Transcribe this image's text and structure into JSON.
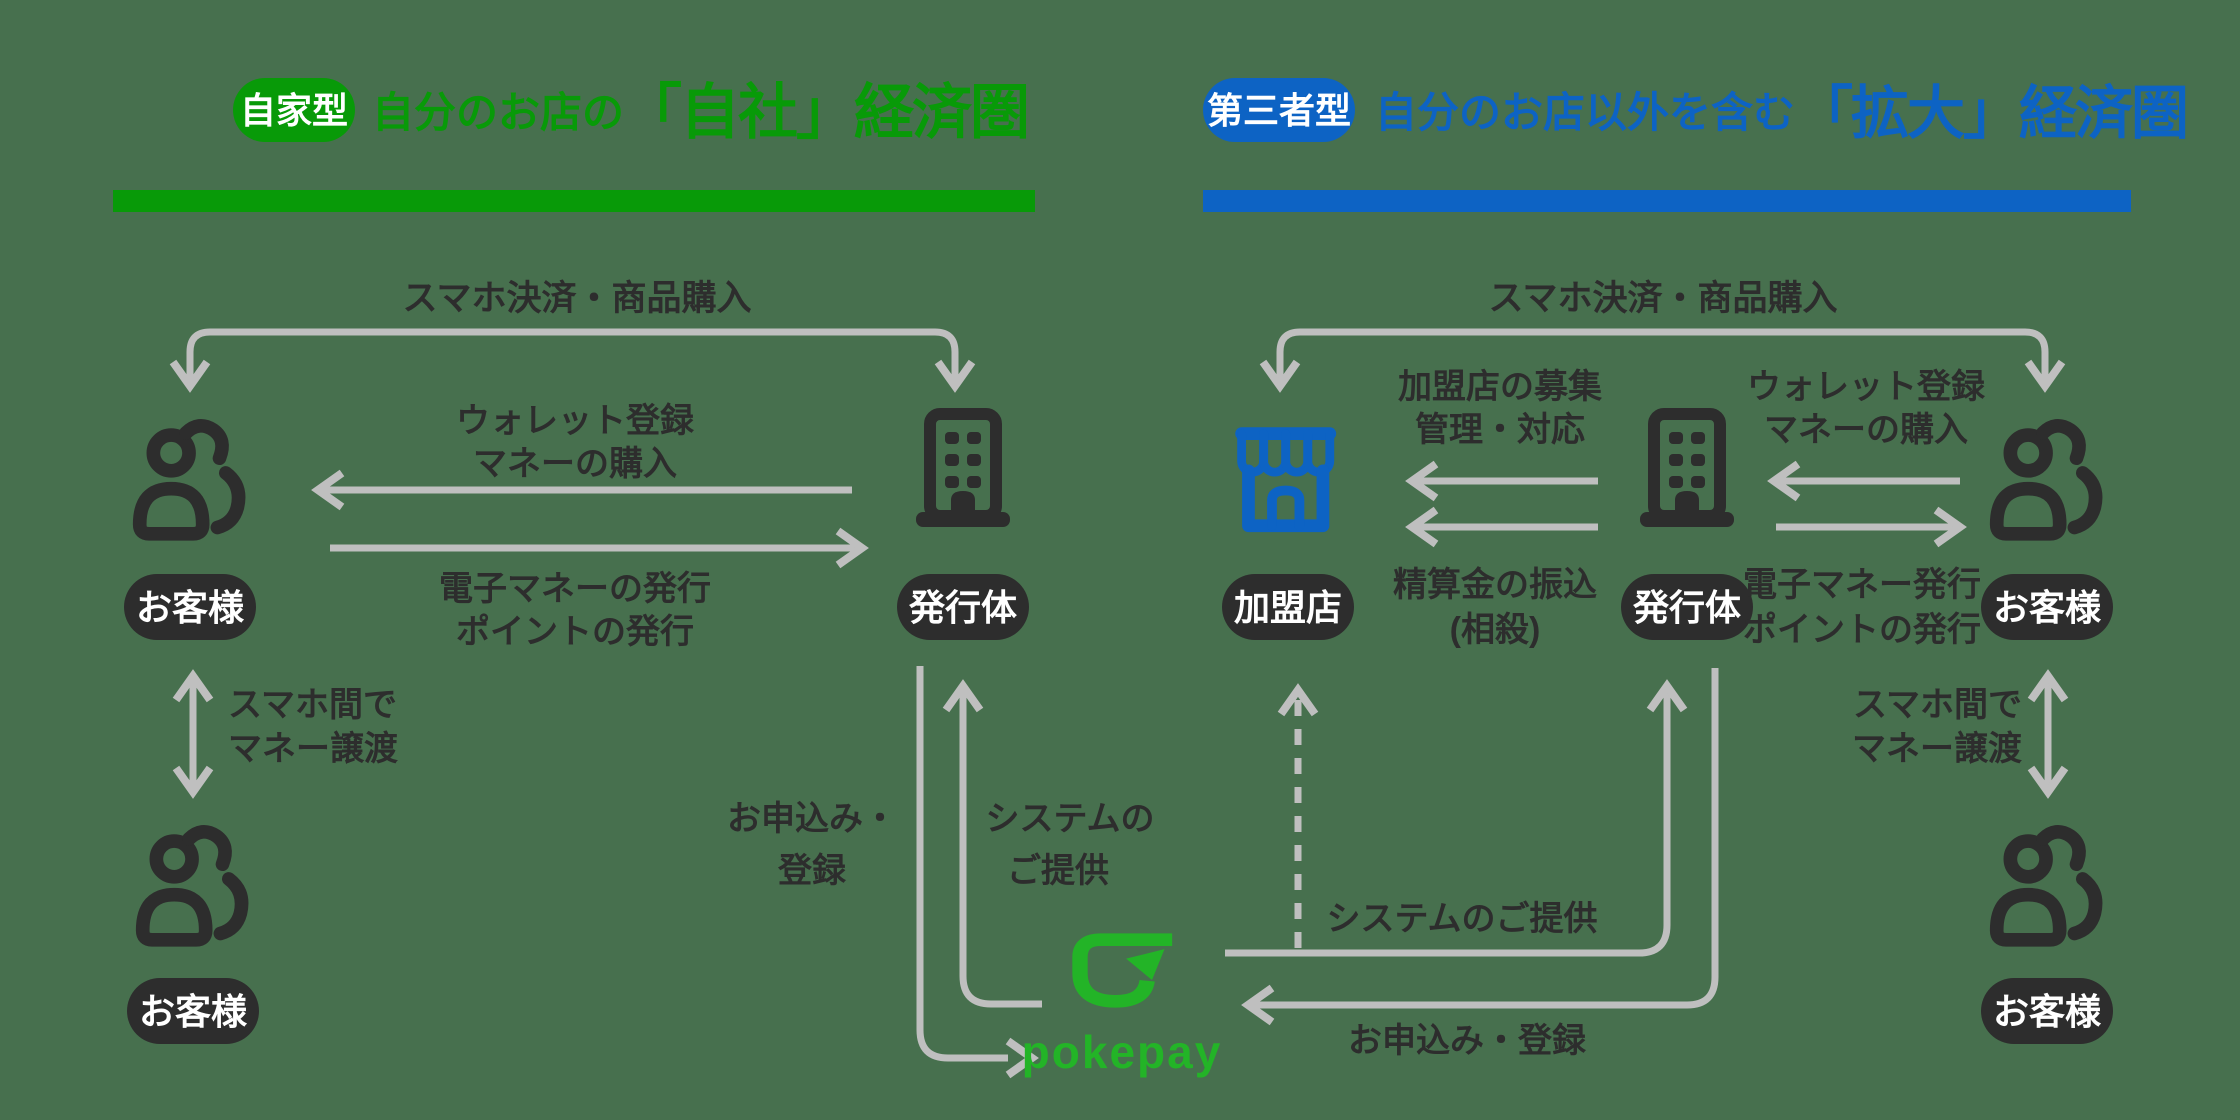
{
  "colors": {
    "background": "#47704e",
    "green": "#089a08",
    "blue": "#0d63c4",
    "dark": "#2d2d2d",
    "gray": "#bfbfbf",
    "pokepay_green": "#23b427",
    "white": "#ffffff"
  },
  "left": {
    "badge": "自家型",
    "title_small": "自分のお店の",
    "title_large": "「自社」経済圏",
    "top_flow": "スマホ決済・商品購入",
    "wallet_line1": "ウォレット登録",
    "wallet_line2": "マネーの購入",
    "issue_line1": "電子マネーの発行",
    "issue_line2": "ポイントの発行",
    "transfer_line1": "スマホ間で",
    "transfer_line2": "マネー譲渡",
    "apply_line1": "お申込み・",
    "apply_line2": "登録",
    "system_line1": "システムの",
    "system_line2": "ご提供",
    "customer_label": "お客様",
    "issuer_label": "発行体",
    "customer2_label": "お客様"
  },
  "right": {
    "badge": "第三者型",
    "title_small": "自分のお店以外を含む",
    "title_large": "「拡大」経済圏",
    "top_flow": "スマホ決済・商品購入",
    "recruit_line1": "加盟店の募集",
    "recruit_line2": "管理・対応",
    "settle_line1": "精算金の振込",
    "settle_line2": "(相殺)",
    "wallet_line1": "ウォレット登録",
    "wallet_line2": "マネーの購入",
    "emoney_line1": "電子マネー発行",
    "emoney_line2": "ポイントの発行",
    "transfer_line1": "スマホ間で",
    "transfer_line2": "マネー譲渡",
    "system_flow": "システムのご提供",
    "apply_flow": "お申込み・登録",
    "merchant_label": "加盟店",
    "issuer_label": "発行体",
    "customer_label": "お客様",
    "customer2_label": "お客様"
  },
  "pokepay": {
    "wordmark": "pokepay"
  }
}
